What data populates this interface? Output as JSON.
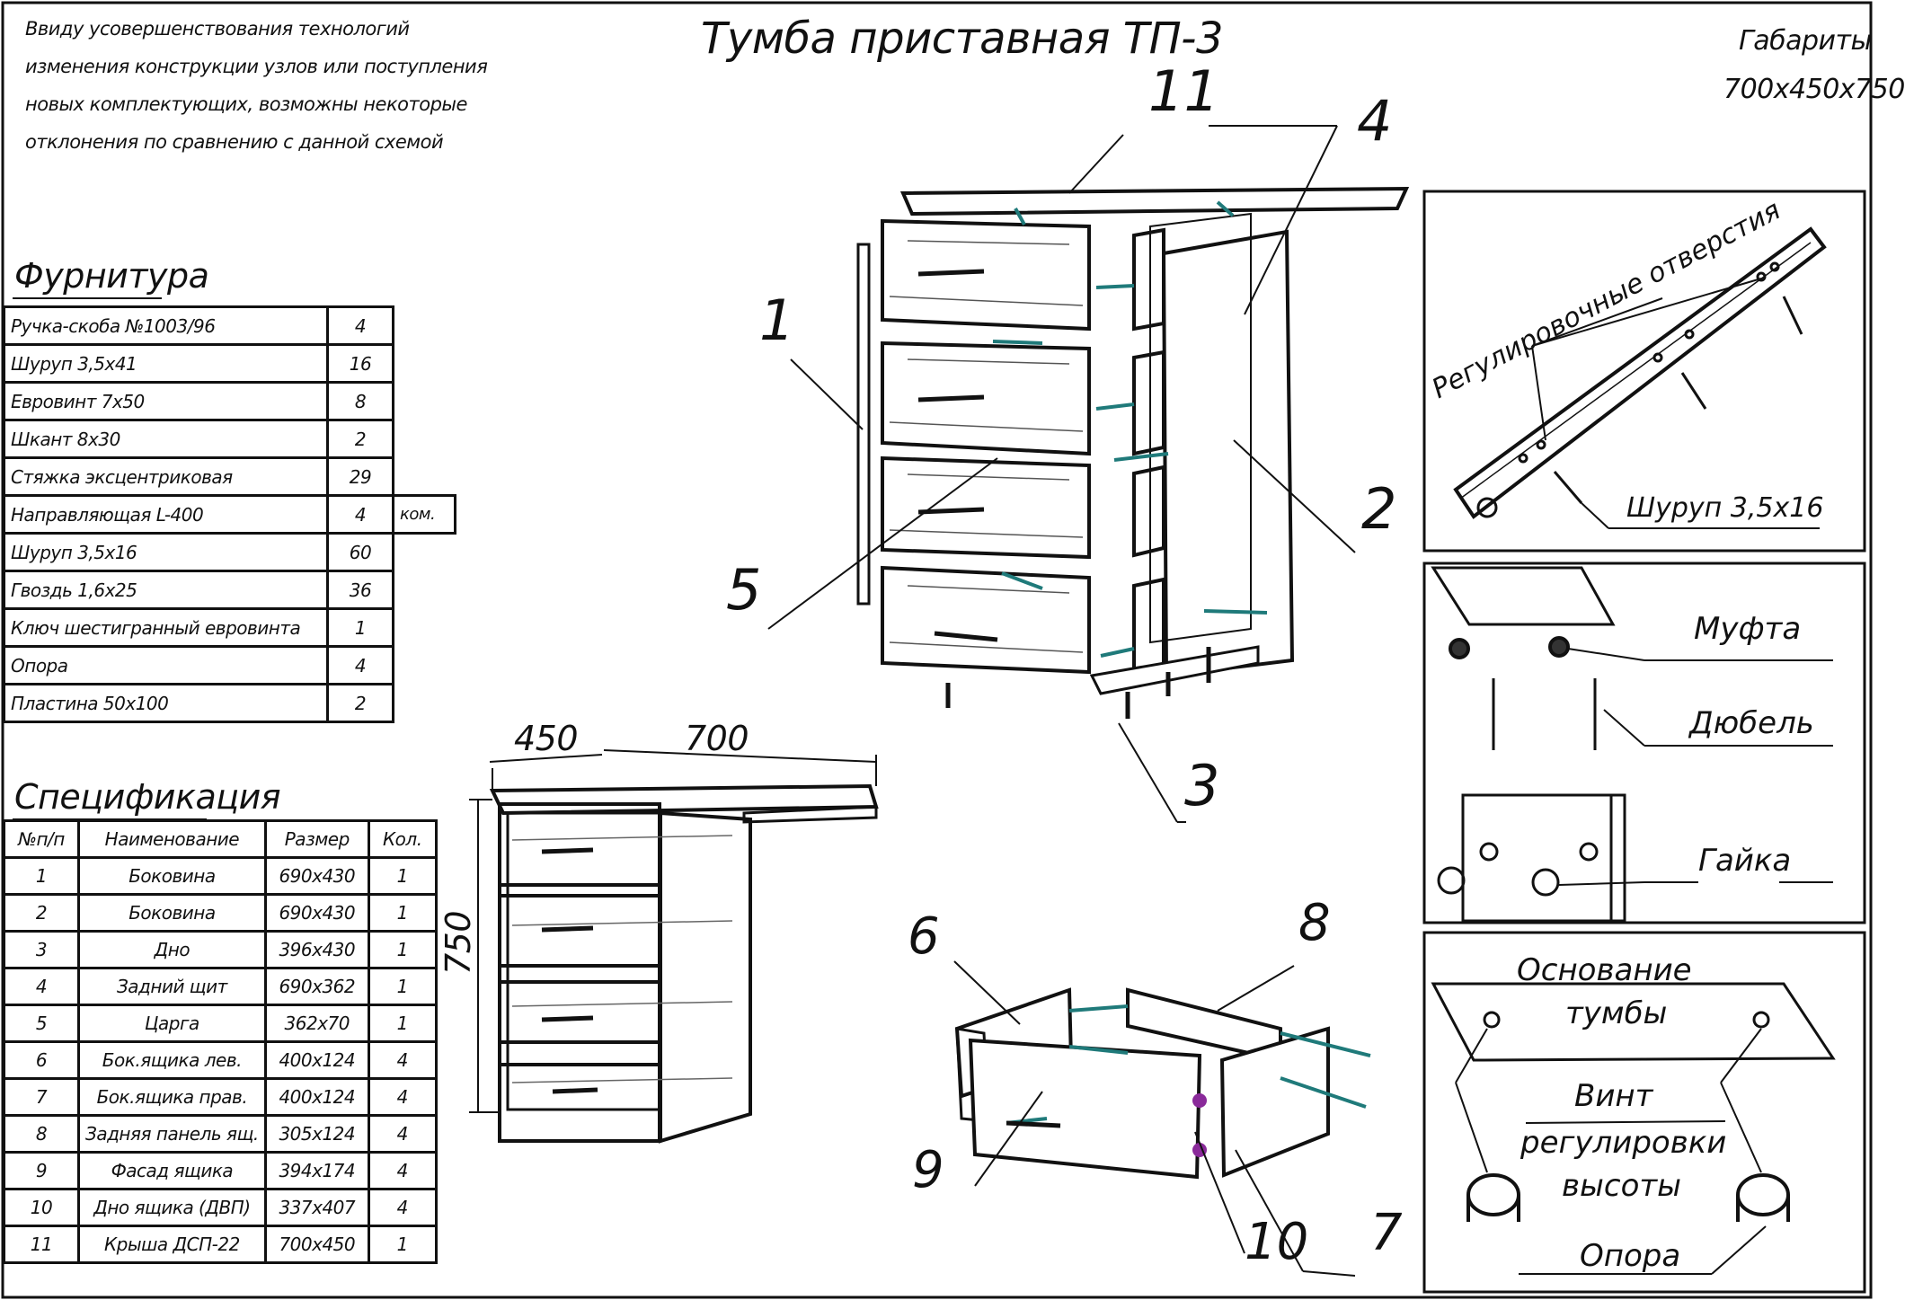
{
  "title": "Тумба приставная ТП-3",
  "note_lines": [
    "Ввиду усовершенствования технологий",
    "изменения конструкции узлов или поступления",
    "новых комплектующих, возможны некоторые",
    "отклонения по сравнению с данной схемой"
  ],
  "dimensions": {
    "label": "Габариты",
    "value": "700x450x750"
  },
  "hardware": {
    "heading": "Фурнитура",
    "rows": [
      {
        "name": "Ручка-скоба №1003/96",
        "qty": "4",
        "unit": ""
      },
      {
        "name": "Шуруп 3,5x41",
        "qty": "16",
        "unit": ""
      },
      {
        "name": "Евровинт 7x50",
        "qty": "8",
        "unit": ""
      },
      {
        "name": "Шкант 8x30",
        "qty": "2",
        "unit": ""
      },
      {
        "name": "Стяжка эксцентриковая",
        "qty": "29",
        "unit": ""
      },
      {
        "name": "Направляющая L-400",
        "qty": "4",
        "unit": "ком."
      },
      {
        "name": "Шуруп 3,5x16",
        "qty": "60",
        "unit": ""
      },
      {
        "name": "Гвоздь 1,6x25",
        "qty": "36",
        "unit": ""
      },
      {
        "name": "Ключ шестигранный евровинта",
        "qty": "1",
        "unit": ""
      },
      {
        "name": "Опора",
        "qty": "4",
        "unit": ""
      },
      {
        "name": "Пластина 50x100",
        "qty": "2",
        "unit": ""
      }
    ]
  },
  "spec": {
    "heading": "Спецификация",
    "columns": [
      "№п/п",
      "Наименование",
      "Размер",
      "Кол."
    ],
    "rows": [
      [
        "1",
        "Боковина",
        "690x430",
        "1"
      ],
      [
        "2",
        "Боковина",
        "690x430",
        "1"
      ],
      [
        "3",
        "Дно",
        "396x430",
        "1"
      ],
      [
        "4",
        "Задний щит",
        "690x362",
        "1"
      ],
      [
        "5",
        "Царга",
        "362x70",
        "1"
      ],
      [
        "6",
        "Бок.ящика лев.",
        "400x124",
        "4"
      ],
      [
        "7",
        "Бок.ящика прав.",
        "400x124",
        "4"
      ],
      [
        "8",
        "Задняя панель ящ.",
        "305x124",
        "4"
      ],
      [
        "9",
        "Фасад ящика",
        "394x174",
        "4"
      ],
      [
        "10",
        "Дно ящика (ДВП)",
        "337x407",
        "4"
      ],
      [
        "11",
        "Крыша ДСП-22",
        "700x450",
        "1"
      ]
    ]
  },
  "assembled_view": {
    "depth": "450",
    "width": "700",
    "height": "750"
  },
  "callouts": [
    "1",
    "2",
    "3",
    "4",
    "5",
    "6",
    "7",
    "8",
    "9",
    "10",
    "11"
  ],
  "detail_rail": {
    "holes_label": "Регулировочные отверстия",
    "screw_label": "Шуруп 3,5x16"
  },
  "detail_joint": {
    "coupling": "Муфта",
    "dowel": "Дюбель",
    "nut": "Гайка"
  },
  "detail_foot": {
    "base_line1": "Основание",
    "base_line2": "тумбы",
    "screw_line1": "Винт",
    "screw_line2": "регулировки",
    "screw_line3": "высоты",
    "foot": "Опора"
  },
  "colors": {
    "ink": "#111111",
    "teal": "#1f7a7a",
    "purple": "#8a2a9a"
  }
}
